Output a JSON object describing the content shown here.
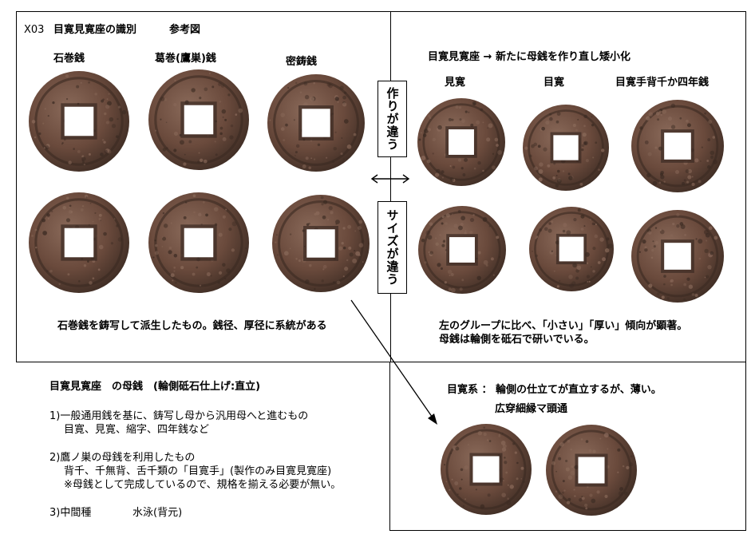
{
  "header": {
    "code": "X03",
    "title": "目寛見寛座の識別",
    "subtitle": "参考図"
  },
  "left_group": {
    "labels": [
      "石巻銭",
      "葛巻(鷹巣)銭",
      "密鋳銭"
    ],
    "caption": "石巻銭を鋳写して派生したもの。銭径、厚径に系統がある"
  },
  "right_group": {
    "heading": "目寛見寛座 → 新たに母銭を作り直し矮小化",
    "labels": [
      "見寛",
      "目寛",
      "目寛手背千か四年銭"
    ],
    "caption_line1": "左のグループに比べ、「小さい」「厚い」傾向が顕著。",
    "caption_line2": "母銭は輪側を砥石で研いでいる。"
  },
  "divider_labels": {
    "top": "作りが違う",
    "bottom": "サイズが違う",
    "arrow": "⟷"
  },
  "notes": {
    "heading": "目寛見寛座　の母銭　(輪側砥石仕上げ:直立)",
    "item1_title": "1)一般通用銭を基に、鋳写し母から汎用母へと進むもの",
    "item1_detail": "目寛、見寛、縮字、四年銭など",
    "item2_title": "2)鷹ノ巣の母銭を利用したもの",
    "item2_detail1": "背千、千無背、舌千類の「目寛手」(製作のみ目寛見寛座)",
    "item2_detail2": "※母銭として完成しているので、規格を揃える必要が無い。",
    "item3_title": "3)中間種",
    "item3_detail": "水泳(背元)"
  },
  "mejan_box": {
    "heading": "目寛系 ： 輪側の仕立てが直立するが、薄い。",
    "sublabel": "広穿細縁マ頭通"
  },
  "colors": {
    "coin_dark": "#3a2a22",
    "coin_mid": "#6a4a3c",
    "coin_light": "#8a6a5a",
    "line": "#000000"
  }
}
